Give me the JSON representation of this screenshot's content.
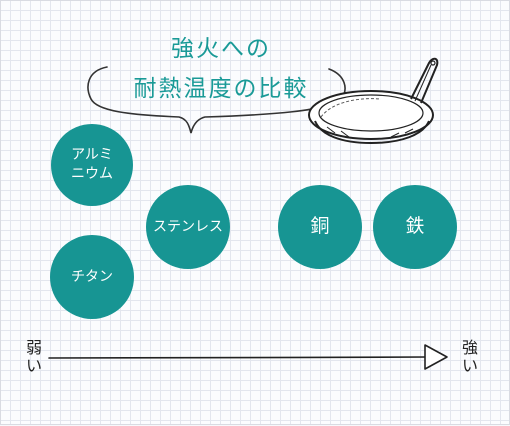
{
  "title": {
    "line1": "強火への",
    "line2": "耐熱温度の比較"
  },
  "materials": [
    {
      "label": "アルミ\nニウム"
    },
    {
      "label": "ステンレス"
    },
    {
      "label": "チタン"
    },
    {
      "label": "銅"
    },
    {
      "label": "鉄"
    }
  ],
  "axis": {
    "weak_label": "弱\nい",
    "strong_label": "強\nい"
  },
  "colors": {
    "accent": "#179593",
    "title": "#1a9a97"
  },
  "icons": {
    "illustration": "frying-pan-icon"
  }
}
